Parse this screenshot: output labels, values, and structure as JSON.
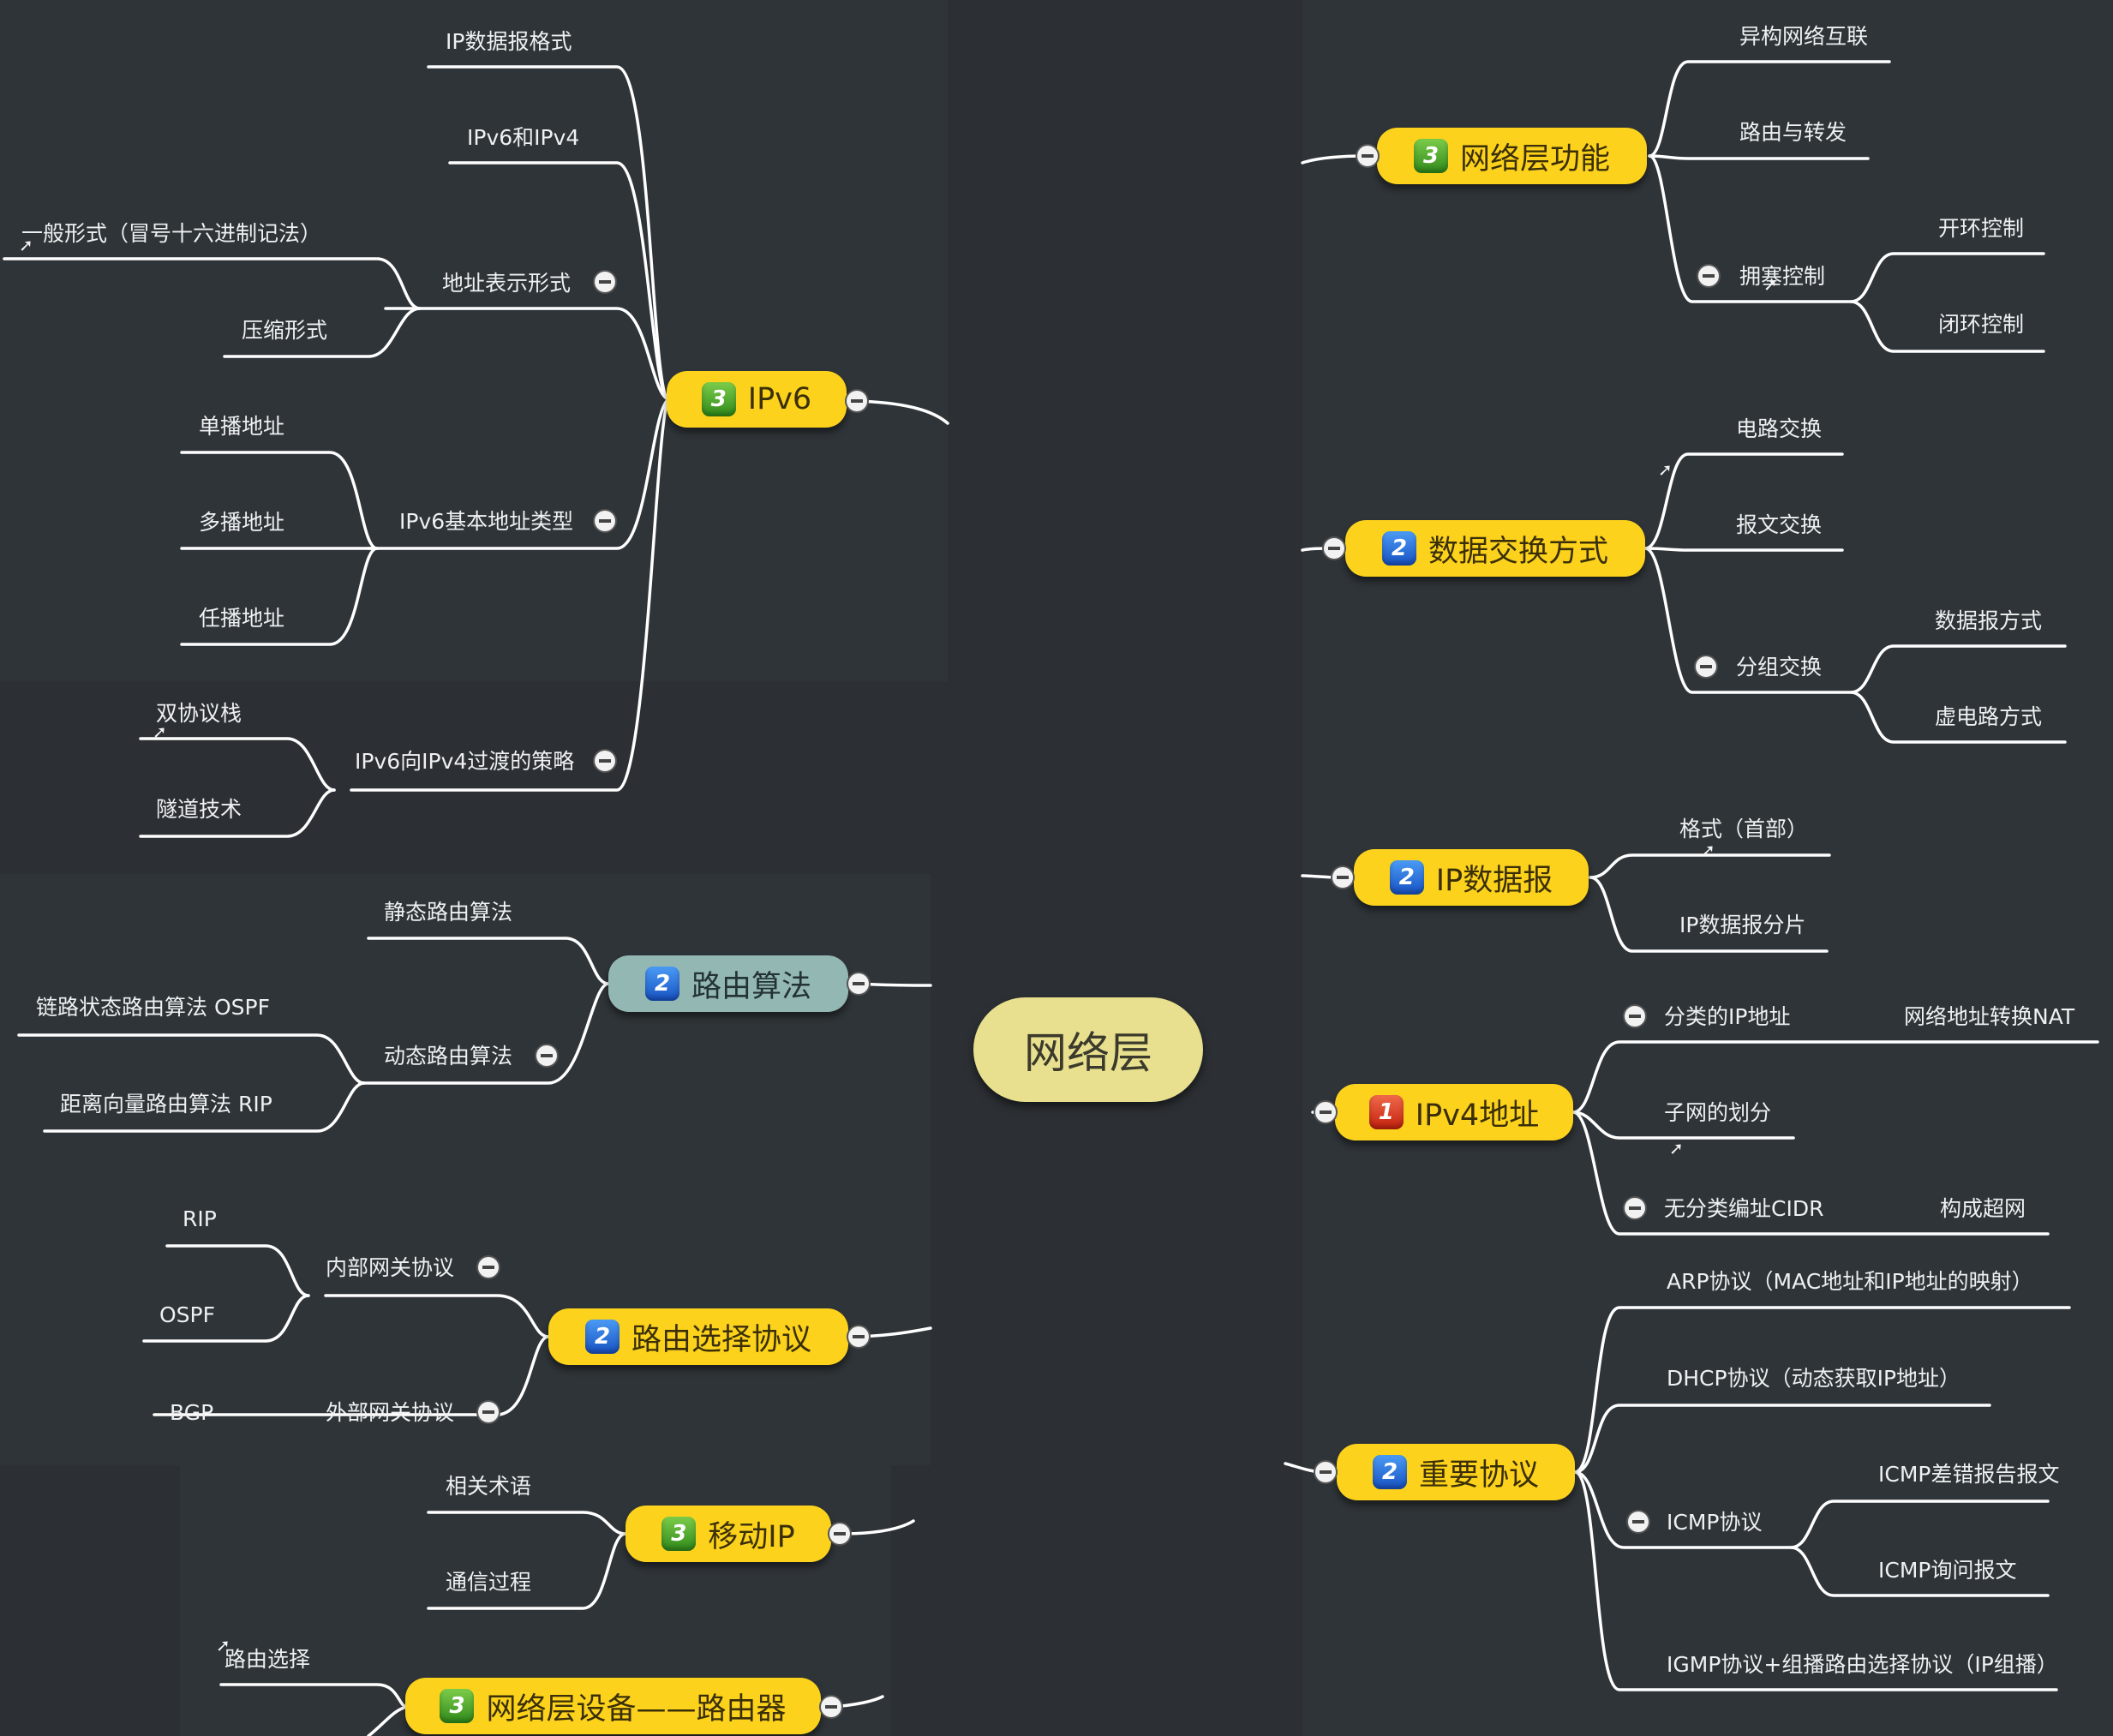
{
  "central": {
    "label": "网络层"
  },
  "topics": {
    "ipv6": {
      "label": "IPv6",
      "priority": "3"
    },
    "routing_algo": {
      "label": "路由算法",
      "priority": "2"
    },
    "routing_protocol": {
      "label": "路由选择协议",
      "priority": "2"
    },
    "mobile_ip": {
      "label": "移动IP",
      "priority": "3"
    },
    "router": {
      "label": "网络层设备——路由器",
      "priority": "3"
    },
    "functions": {
      "label": "网络层功能",
      "priority": "3"
    },
    "switching": {
      "label": "数据交换方式",
      "priority": "2"
    },
    "ip_datagram": {
      "label": "IP数据报",
      "priority": "2"
    },
    "ipv4_address": {
      "label": "IPv4地址",
      "priority": "1"
    },
    "protocols": {
      "label": "重要协议",
      "priority": "2"
    }
  },
  "nodes": {
    "ip_format": "IP数据报格式",
    "ipv6_ipv4": "IPv6和IPv4",
    "addr_repr": "地址表示形式",
    "general_form": "一般形式（冒号十六进制记法）",
    "compressed": "压缩形式",
    "basic_types": "IPv6基本地址类型",
    "unicast": "单播地址",
    "multicast": "多播地址",
    "anycast": "任播地址",
    "transition": "IPv6向IPv4过渡的策略",
    "dual_stack": "双协议栈",
    "tunnel": "隧道技术",
    "static_algo": "静态路由算法",
    "dynamic_algo": "动态路由算法",
    "ospf_algo": "链路状态路由算法 OSPF",
    "rip_algo": "距离向量路由算法 RIP",
    "igp": "内部网关协议",
    "egp": "外部网关协议",
    "rip": "RIP",
    "ospf": "OSPF",
    "bgp": "BGP",
    "terms": "相关术语",
    "comm_process": "通信过程",
    "route_select": "路由选择",
    "heterogeneous": "异构网络互联",
    "route_forward": "路由与转发",
    "congestion": "拥塞控制",
    "open_loop": "开环控制",
    "closed_loop": "闭环控制",
    "circuit": "电路交换",
    "message": "报文交换",
    "packet": "分组交换",
    "datagram_mode": "数据报方式",
    "virtual_circuit": "虚电路方式",
    "header_format": "格式（首部）",
    "fragment": "IP数据报分片",
    "classful": "分类的IP地址",
    "nat": "网络地址转换NAT",
    "subnet": "子网的划分",
    "cidr": "无分类编址CIDR",
    "supernet": "构成超网",
    "arp": "ARP协议（MAC地址和IP地址的映射）",
    "dhcp": "DHCP协议（动态获取IP地址）",
    "icmp": "ICMP协议",
    "icmp_error": "ICMP差错报告报文",
    "icmp_query": "ICMP询问报文",
    "igmp": "IGMP协议+组播路由选择协议（IP组播）"
  },
  "colors": {
    "background": "#2c3034",
    "topic": "#fcd21c",
    "topic_selected": "#93b7b3",
    "central": "#e8e08e",
    "line": "#ffffff"
  }
}
